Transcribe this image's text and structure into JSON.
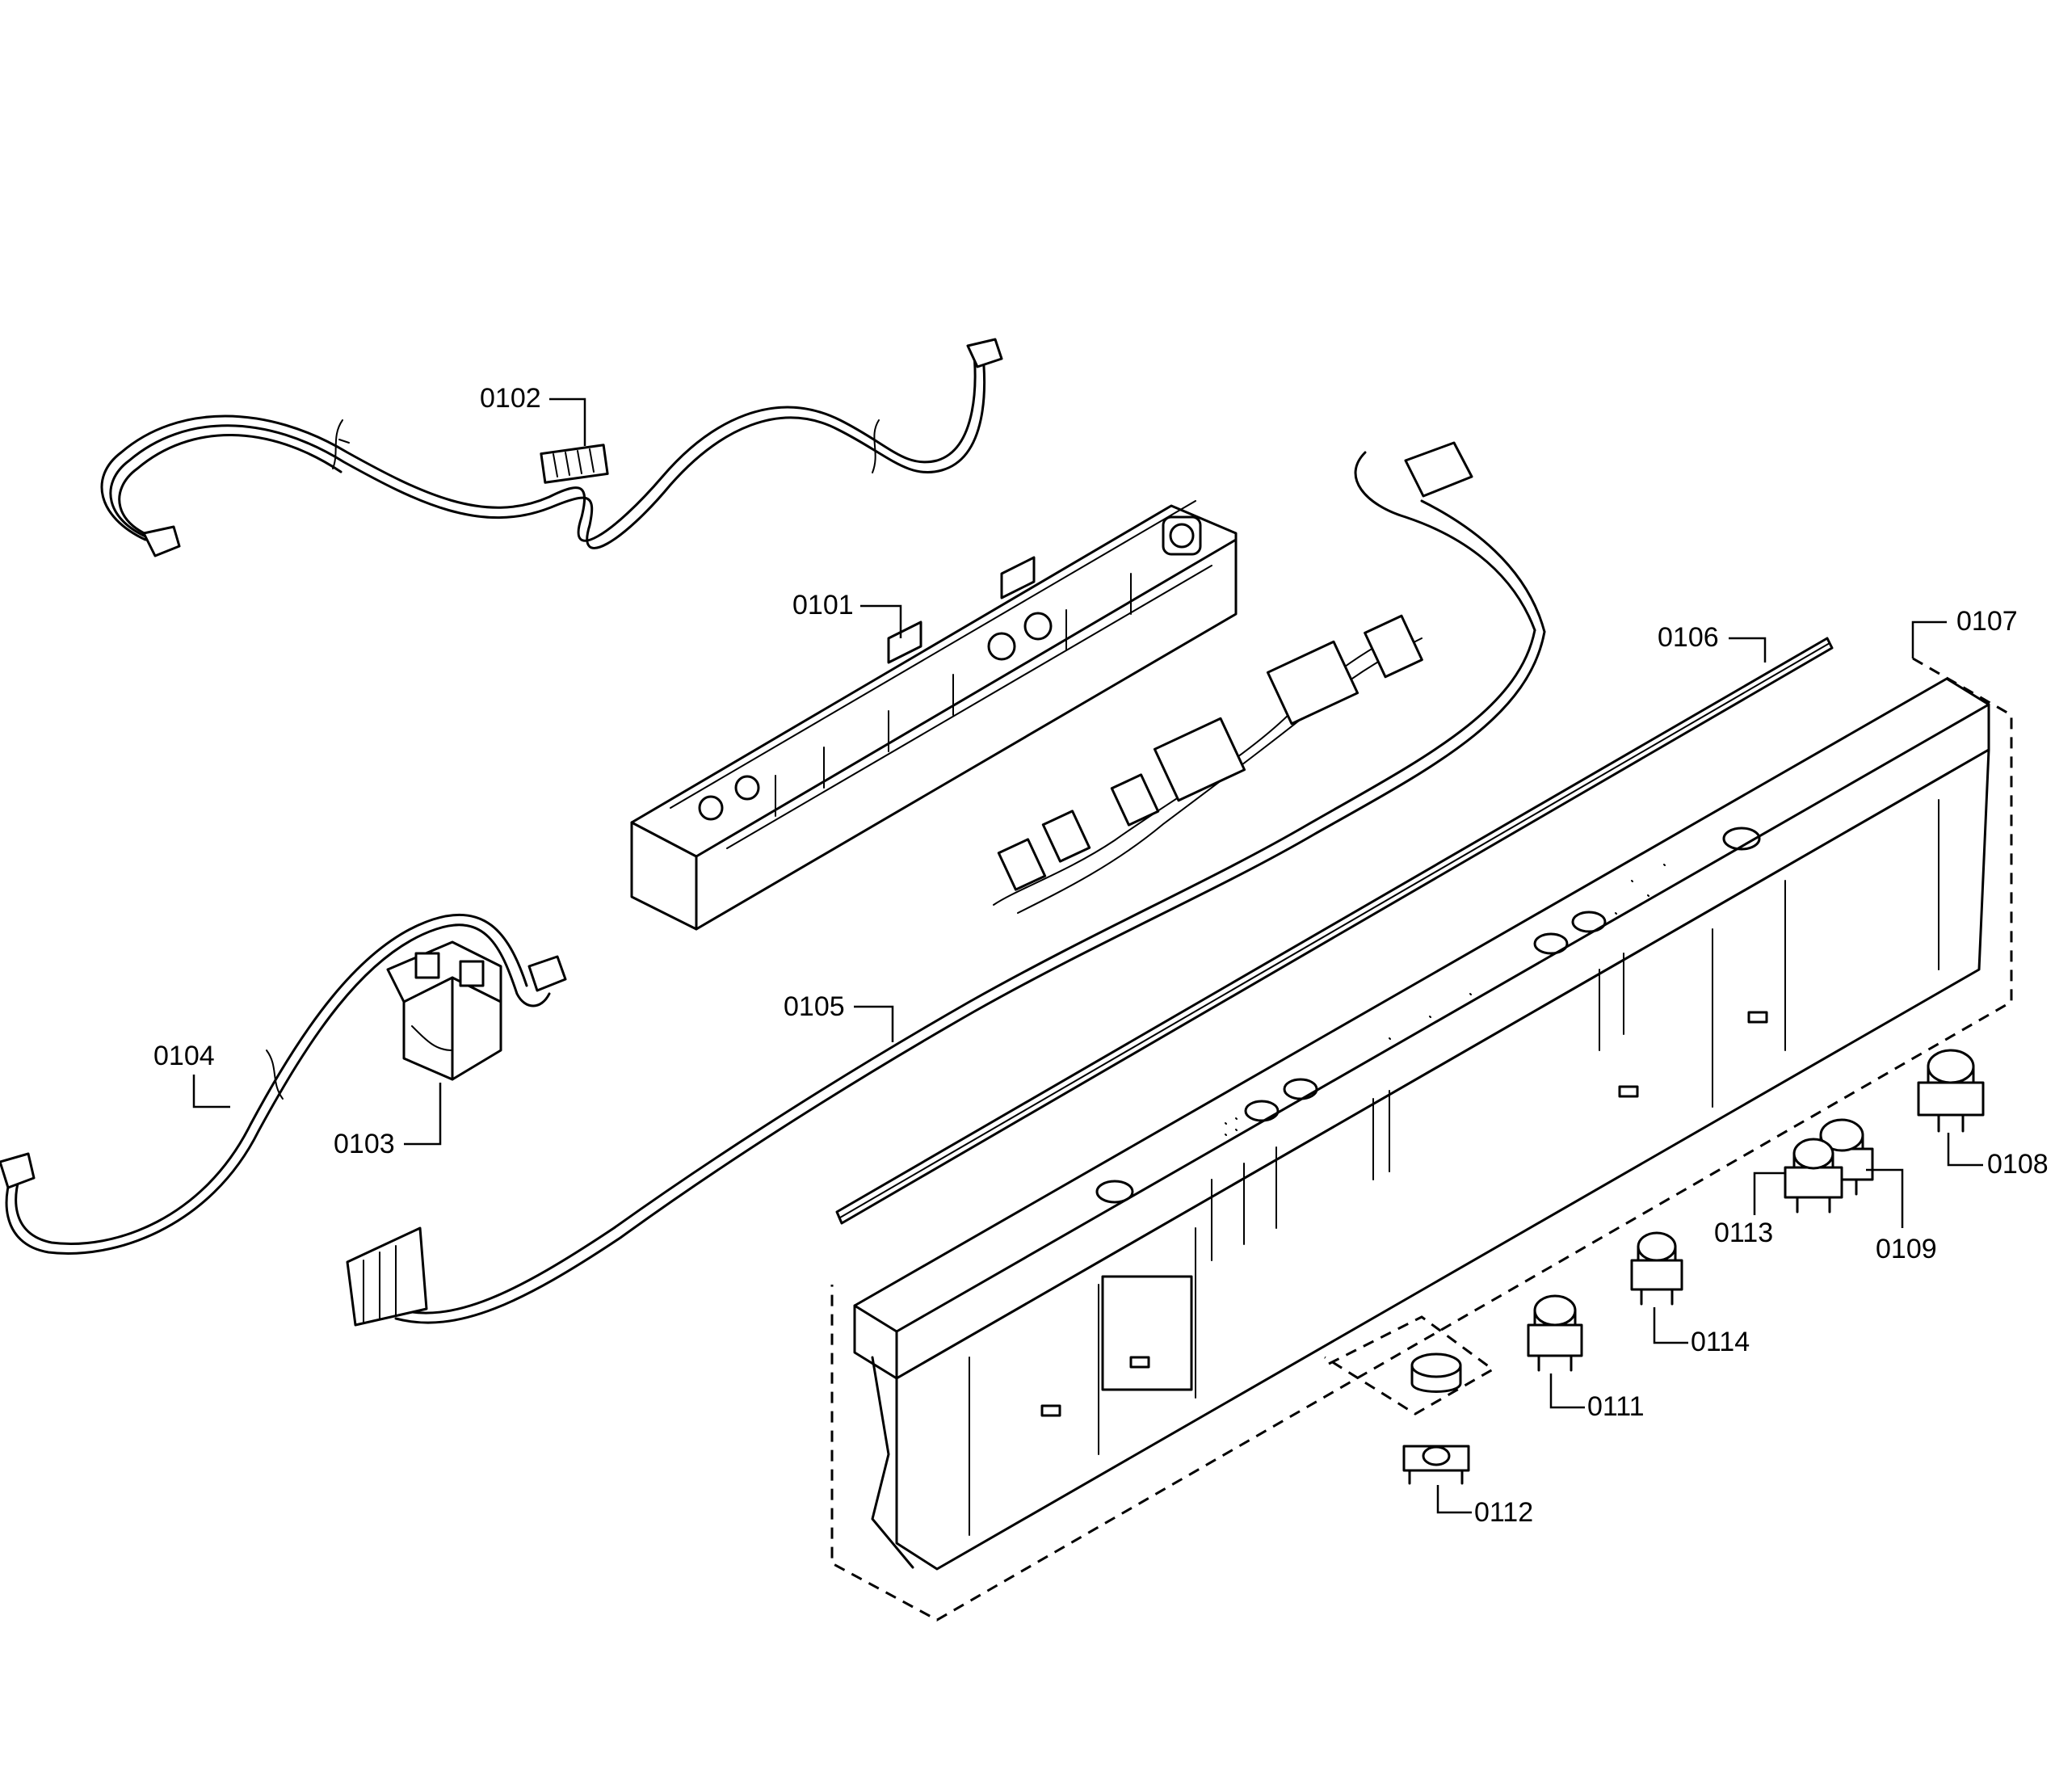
{
  "callouts": {
    "p0101": "0101",
    "p0102": "0102",
    "p0103": "0103",
    "p0104": "0104",
    "p0105": "0105",
    "p0106": "0106",
    "p0107": "0107",
    "p0108": "0108",
    "p0109": "0109",
    "p0111": "0111",
    "p0112": "0112",
    "p0113": "0113",
    "p0114": "0114"
  }
}
